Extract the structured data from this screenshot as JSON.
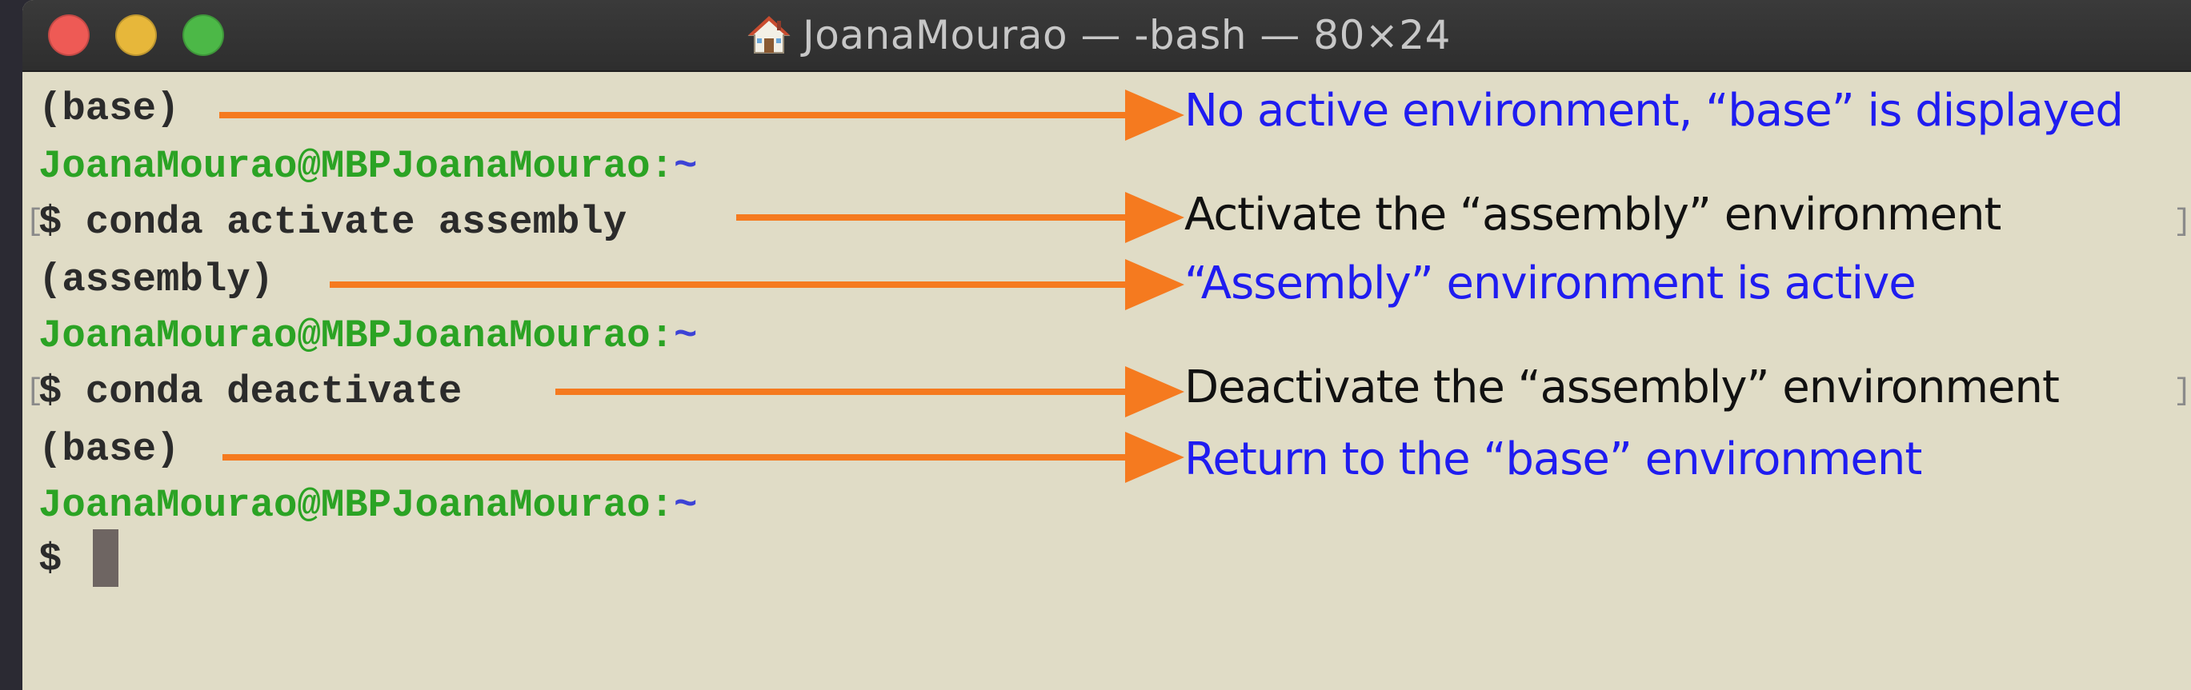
{
  "window": {
    "title": "JoanaMourao — -bash — 80×24",
    "title_icon": "house-icon"
  },
  "terminal": {
    "lines": [
      {
        "text": "(base)",
        "color": "#2b2b2b"
      },
      {
        "prompt": "JoanaMourao@MBPJoanaMourao:",
        "tilde": "~"
      },
      {
        "text": "$ conda activate assembly",
        "color": "#2b2b2b"
      },
      {
        "text": "(assembly)",
        "color": "#2b2b2b"
      },
      {
        "prompt": "JoanaMourao@MBPJoanaMourao:",
        "tilde": "~"
      },
      {
        "text": "$ conda deactivate",
        "color": "#2b2b2b"
      },
      {
        "text": "(base)",
        "color": "#2b2b2b"
      },
      {
        "prompt": "JoanaMourao@MBPJoanaMourao:",
        "tilde": "~"
      },
      {
        "text": "$",
        "color": "#2b2b2b"
      }
    ],
    "prompt_color": "#2ba324",
    "tilde_color": "#3d43d6",
    "bracket_left": "[",
    "bracket_right": "]"
  },
  "annotations": [
    {
      "text": "No active environment, “base” is displayed",
      "color": "#1f1cf0"
    },
    {
      "text": "Activate the “assembly” environment",
      "color": "#111111"
    },
    {
      "text": "“Assembly” environment is active",
      "color": "#1f1cf0"
    },
    {
      "text": "Deactivate the “assembly” environment",
      "color": "#111111"
    },
    {
      "text": "Return to the “base” environment",
      "color": "#1f1cf0"
    }
  ],
  "arrow_color": "#f57a1f",
  "colors": {
    "terminal_bg": "#e0dcc6",
    "titlebar": "#333333",
    "close": "#ee5a55",
    "minimize": "#e7b73a",
    "zoom": "#4cb847",
    "cursor": "#6e6562"
  }
}
